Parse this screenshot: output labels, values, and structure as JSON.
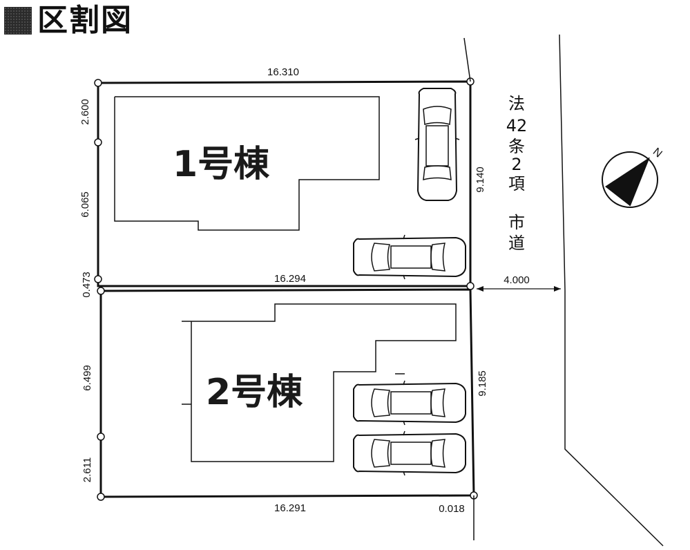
{
  "title": "区割図",
  "buildings": {
    "lot1": "1号棟",
    "lot2": "2号棟"
  },
  "dimensions": {
    "top": "16.310",
    "middle": "16.294",
    "bottom": "16.291",
    "bottom_right": "0.018",
    "lot1_left_upper": "2.600",
    "lot1_left_lower": "6.065",
    "gap_left": "0.473",
    "lot2_left_upper": "6.499",
    "lot2_left_lower": "2.611",
    "lot1_right": "9.140",
    "lot2_right": "9.185",
    "road_width": "4.000"
  },
  "road": {
    "legal": [
      "法",
      "42",
      "条",
      "2",
      "項"
    ],
    "type": [
      "市",
      "道"
    ]
  },
  "compass": {
    "north_label": "N"
  }
}
